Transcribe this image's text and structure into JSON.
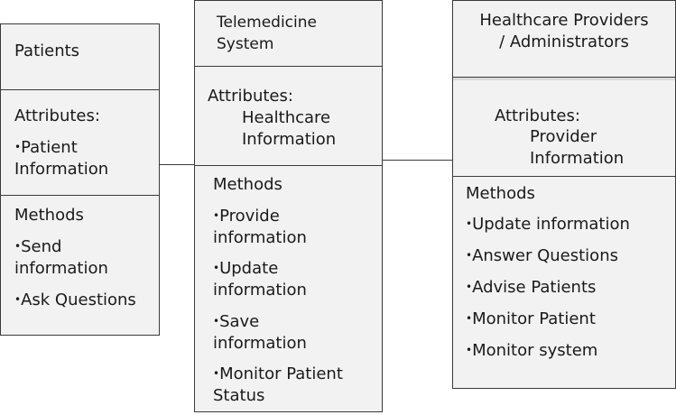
{
  "classes": {
    "patients": {
      "name": "Patients",
      "attributes_label": "Attributes:",
      "attributes": [
        "Patient\nInformation"
      ],
      "methods_label": "Methods",
      "methods": [
        "Send\ninformation",
        "Ask Questions"
      ]
    },
    "system": {
      "name": "Telemedicine\nSystem",
      "attributes_label": "Attributes:",
      "attribute_value": "Healthcare\nInformation",
      "methods_label": "Methods",
      "methods": [
        "Provide\ninformation",
        "Update\ninformation",
        "Save\ninformation",
        "Monitor Patient\nStatus"
      ]
    },
    "providers": {
      "name": "Healthcare Providers\n/ Administrators",
      "attributes_label": "Attributes:",
      "attribute_value": "Provider\nInformation",
      "methods_label": "Methods",
      "methods": [
        "Update information",
        "Answer Questions",
        "Advise Patients",
        "Monitor Patient",
        "Monitor system"
      ]
    }
  }
}
